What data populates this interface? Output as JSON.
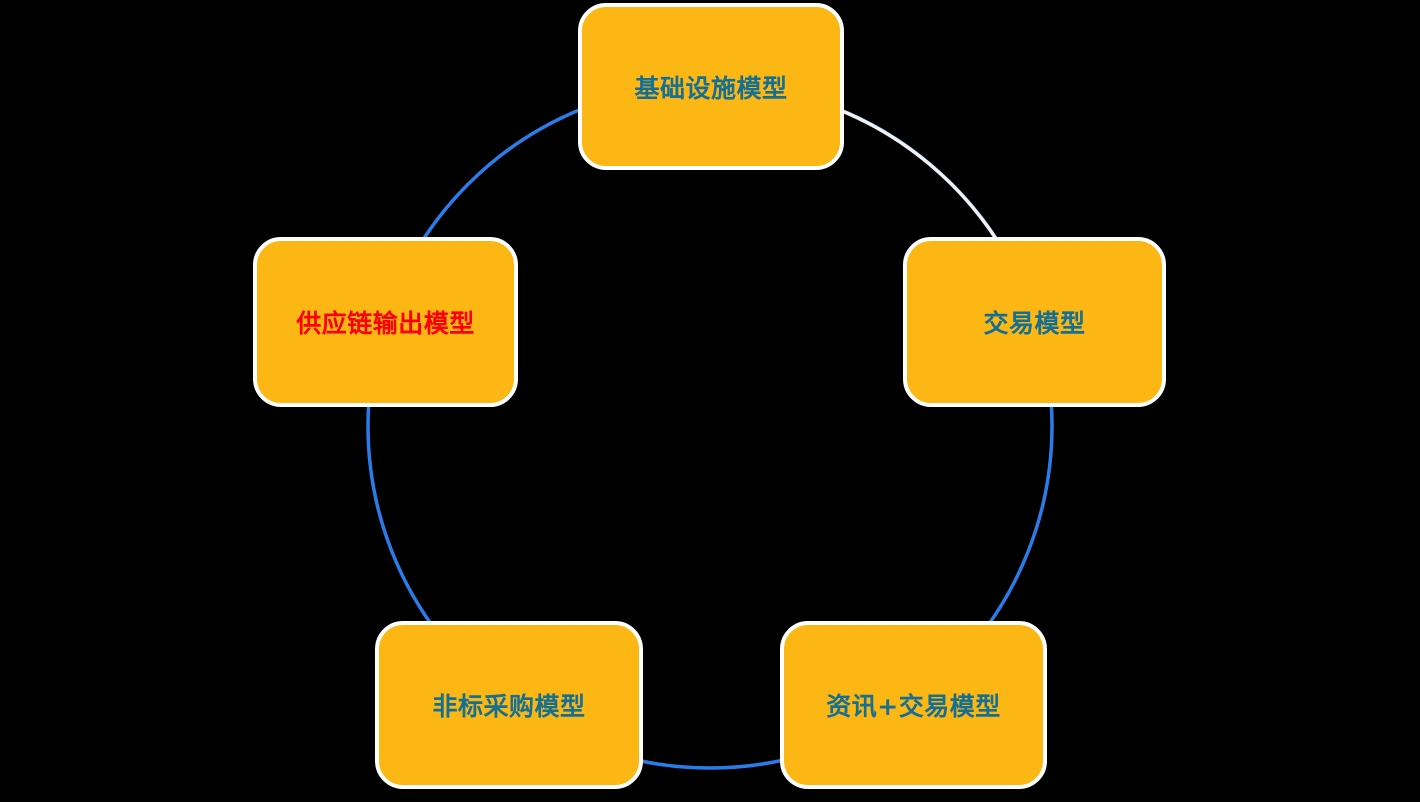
{
  "canvas": {
    "background_color": "#000000"
  },
  "ring": {
    "color": "#2b7ce9",
    "highlight_color": "#f1f1f1",
    "stroke_width": 3.5
  },
  "node_style": {
    "fill_color": "#fdb714",
    "border_color": "#ffffff"
  },
  "nodes": [
    {
      "id": "infrastructure-model",
      "label": "基础设施模型",
      "text_color": "#146f93",
      "label_style": "color:#146f93",
      "position": "top"
    },
    {
      "id": "trading-model",
      "label": "交易模型",
      "text_color": "#146f93",
      "label_style": "color:#146f93",
      "position": "right"
    },
    {
      "id": "info-plus-trading-model",
      "label": "资讯+交易模型",
      "text_color": "#146f93",
      "label_style": "color:#146f93",
      "position": "bottom-right"
    },
    {
      "id": "non-standard-procurement-model",
      "label": "非标采购模型",
      "text_color": "#146f93",
      "label_style": "color:#146f93",
      "position": "bottom-left"
    },
    {
      "id": "supply-chain-output-model",
      "label": "供应链输出模型",
      "text_color": "#fb0000",
      "label_style": "color:#fb0000",
      "position": "left"
    }
  ]
}
